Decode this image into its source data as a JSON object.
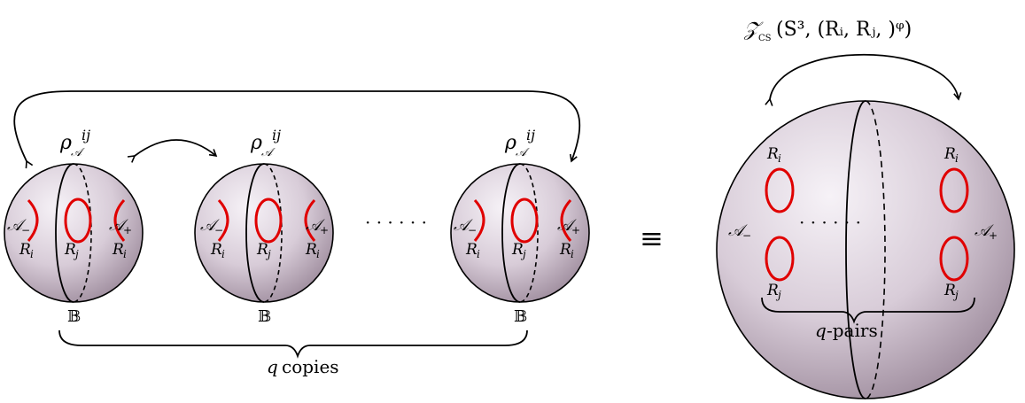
{
  "colors": {
    "sphere_light": "#f6f2f7",
    "sphere_dark": "#9c8a9b",
    "loop": "#e00000",
    "stroke": "#000000"
  },
  "left": {
    "rho_label": "ρ",
    "rho_sub": "𝒜",
    "rho_sup": "ij",
    "a_minus": "𝒜",
    "a_minus_sign": "−",
    "a_plus": "𝒜",
    "a_plus_sign": "+",
    "r": "R",
    "r_sub_i": "i",
    "r_sub_j": "j",
    "ball_label": "𝔹",
    "dots": "· · · · · ·",
    "copies_label": "copies",
    "copies_var": "q"
  },
  "equiv": "≡",
  "right": {
    "z_label": "𝒵",
    "z_sub": "CS",
    "z_args": "(S³, (Rᵢ, Rⱼ, )ᵠ)",
    "r": "R",
    "r_sub_i": "i",
    "r_sub_j": "j",
    "a_minus": "𝒜",
    "a_minus_sign": "−",
    "a_plus": "𝒜",
    "a_plus_sign": "+",
    "dots": "· · · · · ·",
    "pairs_var": "q",
    "pairs_label": "-pairs"
  }
}
